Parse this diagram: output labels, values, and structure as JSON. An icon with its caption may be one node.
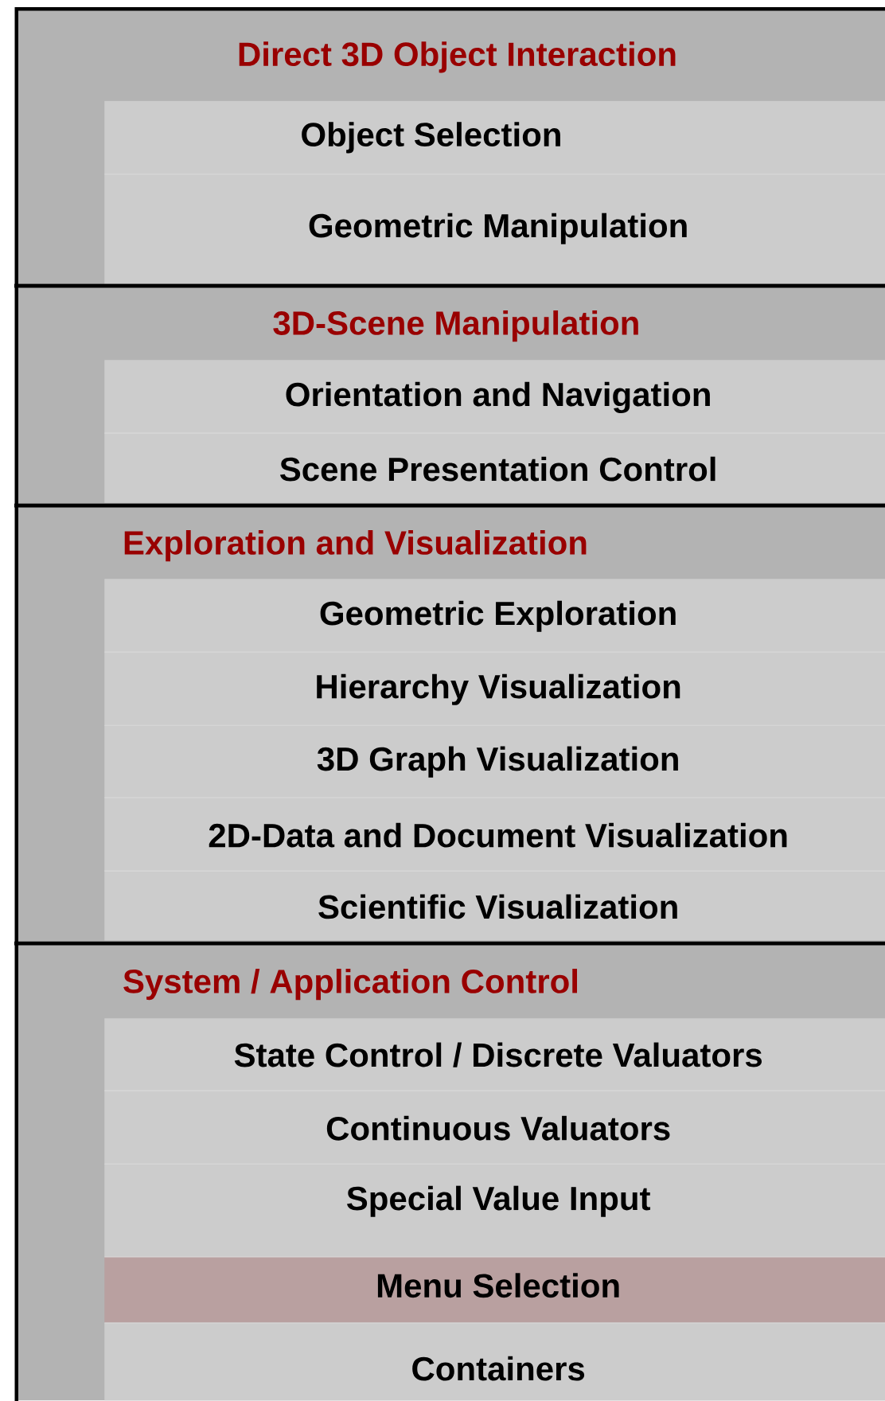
{
  "diagram": {
    "nodes": [
      {
        "text": [
          "Direct 3D Object Interaction"
        ]
      },
      {
        "text": [
          "Object Selection"
        ],
        "in": 0
      },
      {
        "text": [
          "Geometric Manipulation"
        ],
        "in": 0
      },
      {
        "text": [
          "3D-Scene Manipulation"
        ]
      },
      {
        "text": [
          "Orientation and Navigation"
        ],
        "in": 3
      },
      {
        "text": [
          "Scene Presentation Control"
        ],
        "in": 3
      },
      {
        "text": [
          "Exploration and Visualization"
        ]
      },
      {
        "text": [
          "Geometric Exploration"
        ],
        "in": 6
      },
      {
        "text": [
          "Hierarchy Visualization"
        ],
        "in": 6
      },
      {
        "text": [
          "3D Graph Visualization"
        ],
        "in": 6
      },
      {
        "text": [
          "2D-Data and Document Visualization"
        ],
        "in": 6
      },
      {
        "text": [
          "Scientific Visualization"
        ],
        "in": 6
      },
      {
        "text": [
          "System / Application Control"
        ]
      },
      {
        "text": [
          "State Control / Discrete Valuators"
        ],
        "in": 12
      },
      {
        "text": [
          "Continuous Valuators"
        ],
        "in": 12
      },
      {
        "text": [
          "Special Value Input"
        ],
        "in": 12
      },
      {
        "text": [
          "Menu Selection"
        ],
        "in": 12
      },
      {
        "text": [
          "Containers"
        ],
        "in": 12
      }
    ]
  }
}
